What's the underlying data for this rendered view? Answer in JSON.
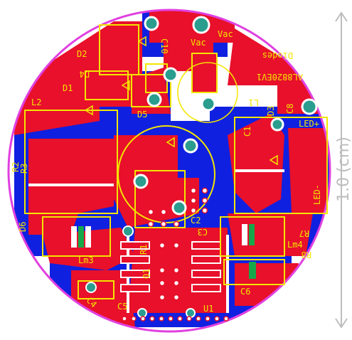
{
  "board": {
    "outline_color": "#e040e0",
    "top_copper": "#e8102a",
    "bottom_copper": "#1020e0",
    "silkscreen": "#f2e600",
    "pad_color": "#2a9d8f",
    "background": "#ffffff"
  },
  "labels": {
    "c10": "C10",
    "vac1": "Vac",
    "vac2": "Vac",
    "d2": "D2",
    "d1": "D1",
    "d4": "D4",
    "l2": "L2",
    "d5": "D5",
    "diodes": "Diodes",
    "al": "AL8820EV1",
    "l1": "L1",
    "d3": "D3",
    "c8": "C8",
    "c1": "C1",
    "led_plus": "LED+",
    "led_minus": "LED-",
    "r2": "R2",
    "r3": "R3",
    "d6": "D6",
    "c2": "C2",
    "c3": "C3",
    "r1": "R1",
    "r7": "R7",
    "r8": "R8",
    "lm3": "Lm3",
    "lm4": "Lm4",
    "c4": "C4",
    "c5": "C5",
    "c6": "C6",
    "u1": "U1",
    "q1": "Q1"
  },
  "dimension": {
    "value": "1.0",
    "unit": "(cm)"
  }
}
